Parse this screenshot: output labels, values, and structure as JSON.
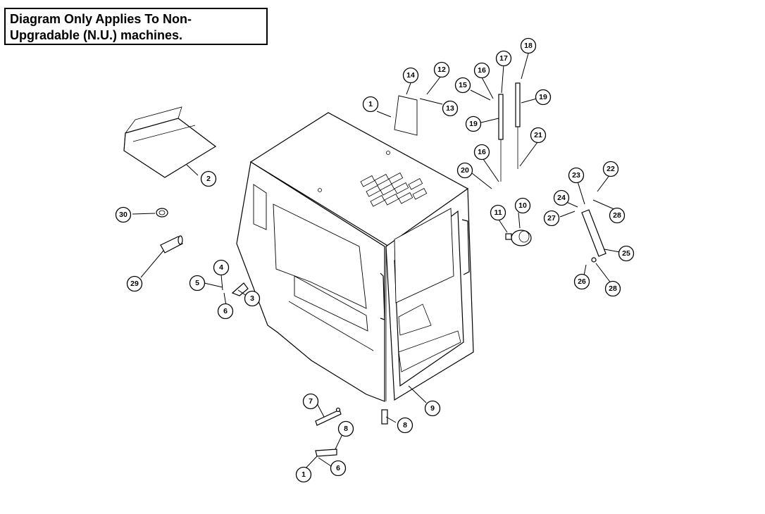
{
  "note": {
    "line1": "Diagram Only Applies To Non-",
    "line2": "Upgradable (N.U.) machines."
  },
  "callouts": [
    {
      "id": "c1a",
      "label": "1"
    },
    {
      "id": "c1b",
      "label": "1"
    },
    {
      "id": "c2",
      "label": "2"
    },
    {
      "id": "c3",
      "label": "3"
    },
    {
      "id": "c4",
      "label": "4"
    },
    {
      "id": "c5",
      "label": "5"
    },
    {
      "id": "c6a",
      "label": "6"
    },
    {
      "id": "c6b",
      "label": "6"
    },
    {
      "id": "c7",
      "label": "7"
    },
    {
      "id": "c8a",
      "label": "8"
    },
    {
      "id": "c8b",
      "label": "8"
    },
    {
      "id": "c9",
      "label": "9"
    },
    {
      "id": "c10",
      "label": "10"
    },
    {
      "id": "c11",
      "label": "11"
    },
    {
      "id": "c12",
      "label": "12"
    },
    {
      "id": "c13",
      "label": "13"
    },
    {
      "id": "c14",
      "label": "14"
    },
    {
      "id": "c15",
      "label": "15"
    },
    {
      "id": "c16a",
      "label": "16"
    },
    {
      "id": "c16b",
      "label": "16"
    },
    {
      "id": "c17",
      "label": "17"
    },
    {
      "id": "c18",
      "label": "18"
    },
    {
      "id": "c19a",
      "label": "19"
    },
    {
      "id": "c19b",
      "label": "19"
    },
    {
      "id": "c20",
      "label": "20"
    },
    {
      "id": "c21",
      "label": "21"
    },
    {
      "id": "c22",
      "label": "22"
    },
    {
      "id": "c23",
      "label": "23"
    },
    {
      "id": "c24",
      "label": "24"
    },
    {
      "id": "c25",
      "label": "25"
    },
    {
      "id": "c26",
      "label": "26"
    },
    {
      "id": "c27",
      "label": "27"
    },
    {
      "id": "c28a",
      "label": "28"
    },
    {
      "id": "c28b",
      "label": "28"
    },
    {
      "id": "c29",
      "label": "29"
    },
    {
      "id": "c30",
      "label": "30"
    }
  ]
}
